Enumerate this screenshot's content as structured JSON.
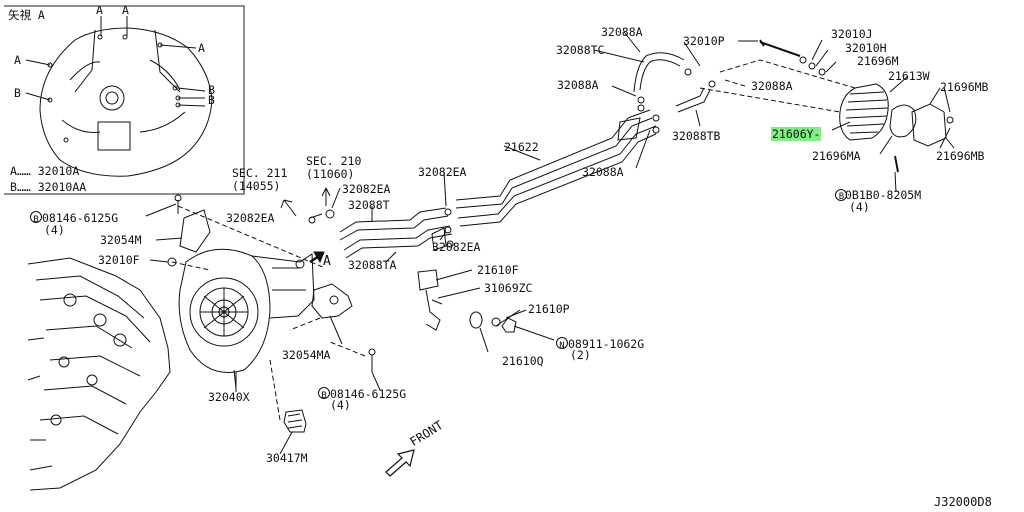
{
  "inset": {
    "title": "矢視 A",
    "legend": [
      {
        "key": "A",
        "dots": "……",
        "part": "32010A"
      },
      {
        "key": "B",
        "dots": "……",
        "part": "32010AA"
      }
    ],
    "marker_a": "A",
    "marker_b": "B"
  },
  "labels": {
    "p32088A_top": "32088A",
    "p32088TC": "32088TC",
    "p32010P": "32010P",
    "p32010J": "32010J",
    "p32010H": "32010H",
    "p21696M": "21696M",
    "p21613W": "21613W",
    "p21696MB_top": "21696MB",
    "p32088A_left": "32088A",
    "p32088A_mid": "32088A",
    "p32088TB": "32088TB",
    "p21606Y": "21606Y-",
    "p21696MA": "21696MA",
    "p21696MB_bot": "21696MB",
    "p21622": "21622",
    "p32088A_low": "32088A",
    "p0B1B0": "0B1B0-8205M",
    "p0B1B0_qty": "(4)",
    "sec211": "SEC. 211",
    "sec211_num": "(14055)",
    "sec210": "SEC. 210",
    "sec210_num": "(11060)",
    "p32082EA_a": "32082EA",
    "p32082EA_b": "32082EA",
    "p32082EA_c": "32082EA",
    "p32082EA_d": "32082EA",
    "p32088T": "32088T",
    "p32088TA": "32088TA",
    "p08146_top": "08146-6125G",
    "p08146_top_qty": "(4)",
    "p32054M": "32054M",
    "p32010F": "32010F",
    "view_a": "A",
    "p21610F": "21610F",
    "p31069ZC": "31069ZC",
    "p21610P": "21610P",
    "p08911": "08911-1062G",
    "p08911_qty": "(2)",
    "p21610Q": "21610Q",
    "p32054MA": "32054MA",
    "p32040X": "32040X",
    "p08146_bot": "08146-6125G",
    "p08146_bot_qty": "(4)",
    "p30417M": "30417M",
    "front": "FRONT",
    "code": "J32000D8"
  },
  "prefix": {
    "bolt": "B",
    "nut": "N"
  },
  "colors": {
    "highlight": "#7ef07e",
    "ink": "#111111"
  }
}
